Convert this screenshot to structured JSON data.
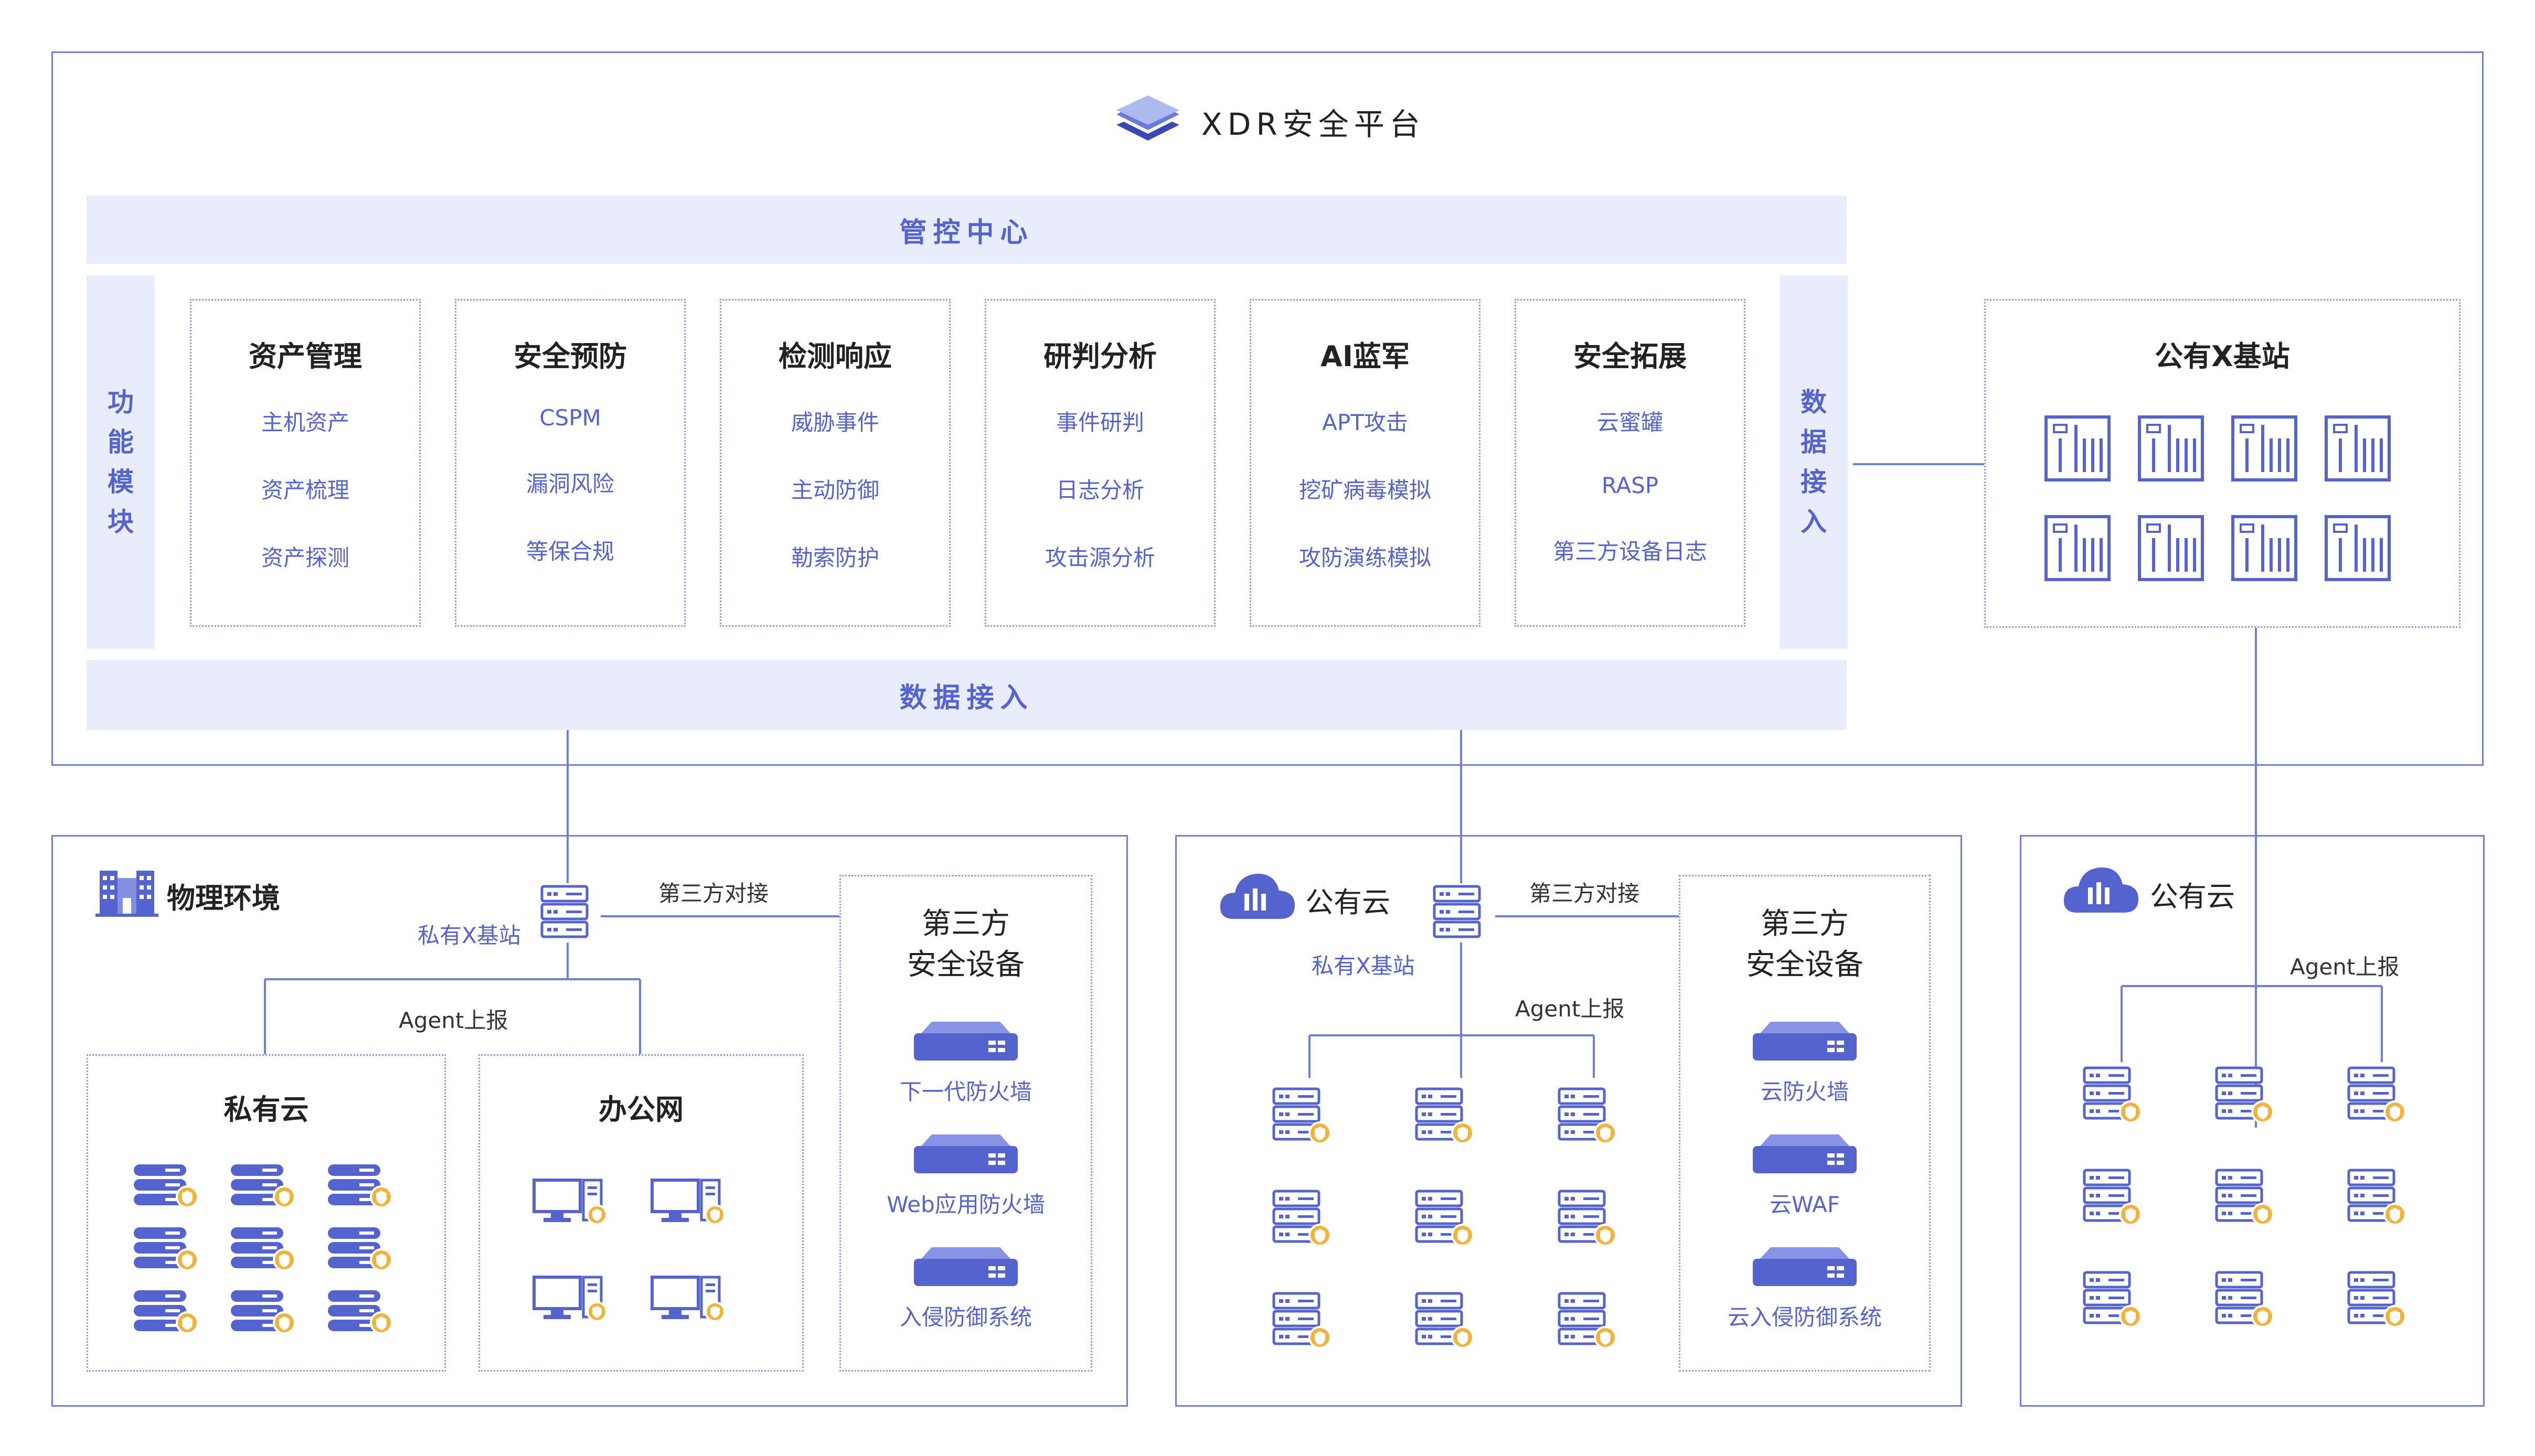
{
  "platform": {
    "title": "XDR安全平台",
    "logo_icon": "layers-icon"
  },
  "control_center": "管控中心",
  "module_band_label": "功能模块",
  "right_band_label": "数据接入",
  "bottom_band_label": "数据接入",
  "modules": [
    {
      "title": "资产管理",
      "items": [
        "主机资产",
        "资产梳理",
        "资产探测"
      ]
    },
    {
      "title": "安全预防",
      "items": [
        "CSPM",
        "漏洞风险",
        "等保合规"
      ]
    },
    {
      "title": "检测响应",
      "items": [
        "威胁事件",
        "主动防御",
        "勒索防护"
      ]
    },
    {
      "title": "研判分析",
      "items": [
        "事件研判",
        "日志分析",
        "攻击源分析"
      ]
    },
    {
      "title": "AI蓝军",
      "items": [
        "APT攻击",
        "挖矿病毒模拟",
        "攻防演练模拟"
      ]
    },
    {
      "title": "安全拓展",
      "items": [
        "云蜜罐",
        "RASP",
        "第三方设备日志"
      ]
    }
  ],
  "public_station": {
    "title": "公有X基站",
    "icon": "rack-server-icon"
  },
  "physical": {
    "title": "物理环境",
    "icon": "building-icon",
    "station_label": "私有X基站",
    "third_party_link": "第三方对接",
    "agent_label": "Agent上报",
    "private_cloud": "私有云",
    "office_net": "办公网",
    "third_party_title": "第三方\n安全设备",
    "devices": [
      "下一代防火墙",
      "Web应用防火墙",
      "入侵防御系统"
    ]
  },
  "public_cloud_1": {
    "title": "公有云",
    "icon": "cloud-icon",
    "station_label": "私有X基站",
    "third_party_link": "第三方对接",
    "agent_label": "Agent上报",
    "third_party_title": "第三方\n安全设备",
    "devices": [
      "云防火墙",
      "云WAF",
      "云入侵防御系统"
    ]
  },
  "public_cloud_2": {
    "title": "公有云",
    "icon": "cloud-icon",
    "agent_label": "Agent上报"
  },
  "colors": {
    "accent": "#5563cf",
    "border": "#6f7ed8",
    "band": "#e9edfb",
    "badge": "#f2b33d"
  }
}
